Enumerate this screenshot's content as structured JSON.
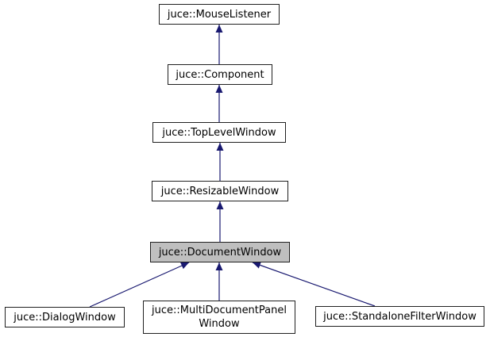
{
  "diagram": {
    "type": "inheritance-graph",
    "nodes": [
      {
        "id": "juce-mouse-listener",
        "label": "juce::MouseListener",
        "highlighted": false
      },
      {
        "id": "juce-component",
        "label": "juce::Component",
        "highlighted": false
      },
      {
        "id": "juce-top-level-window",
        "label": "juce::TopLevelWindow",
        "highlighted": false
      },
      {
        "id": "juce-resizable-window",
        "label": "juce::ResizableWindow",
        "highlighted": false
      },
      {
        "id": "juce-document-window",
        "label": "juce::DocumentWindow",
        "highlighted": true
      },
      {
        "id": "juce-dialog-window",
        "label": "juce::DialogWindow",
        "highlighted": false
      },
      {
        "id": "juce-multi-document-panel-window",
        "label": "juce::MultiDocumentPanelWindow",
        "label_lines": {
          "line1": "juce::MultiDocumentPanel",
          "line2": "Window"
        },
        "highlighted": false
      },
      {
        "id": "juce-standalone-filter-window",
        "label": "juce::StandaloneFilterWindow",
        "highlighted": false
      }
    ],
    "edges": [
      {
        "from": "juce::Component",
        "to": "juce::MouseListener"
      },
      {
        "from": "juce::TopLevelWindow",
        "to": "juce::Component"
      },
      {
        "from": "juce::ResizableWindow",
        "to": "juce::TopLevelWindow"
      },
      {
        "from": "juce::DocumentWindow",
        "to": "juce::ResizableWindow"
      },
      {
        "from": "juce::DialogWindow",
        "to": "juce::DocumentWindow"
      },
      {
        "from": "juce::MultiDocumentPanelWindow",
        "to": "juce::DocumentWindow"
      },
      {
        "from": "juce::StandaloneFilterWindow",
        "to": "juce::DocumentWindow"
      }
    ],
    "colors": {
      "arrow": "#191970",
      "node_border": "#202020",
      "node_fill": "#ffffff",
      "highlight_fill": "#bfbfbf",
      "text": "#000000"
    }
  }
}
